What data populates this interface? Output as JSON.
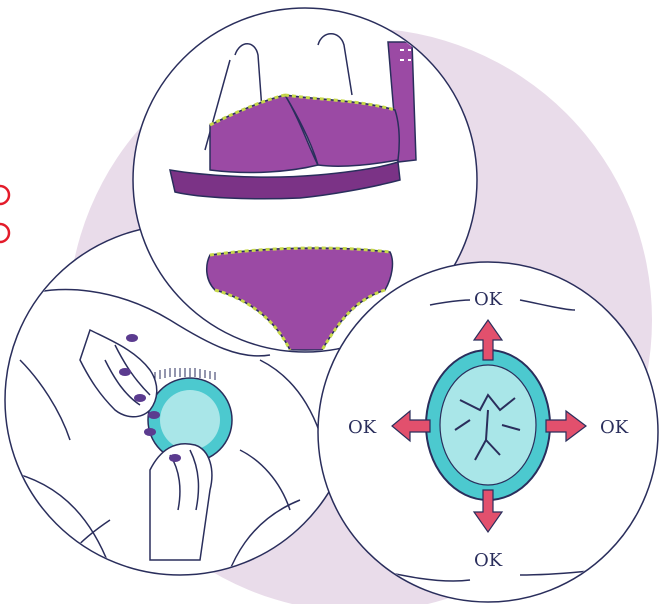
{
  "labels": {
    "ok_top": "OK",
    "ok_left": "OK",
    "ok_right": "OK",
    "ok_bottom": "OK"
  },
  "colors": {
    "background_disc": "#e9dcea",
    "outline": "#2a2e5c",
    "garment": "#9b4aa4",
    "garment_dark": "#7b3386",
    "trim": "#c7d84a",
    "tissue": "#4cc9cf",
    "tissue_inner": "#a9e6e8",
    "arrow": "#e2506d",
    "nails": "#5b3b8f",
    "partial_icon": "#e31b2a"
  },
  "icons": {
    "underwear": "bra-and-panties-illustration",
    "exam": "hands-exam-illustration",
    "stretch": "stretch-diagram-illustration"
  }
}
